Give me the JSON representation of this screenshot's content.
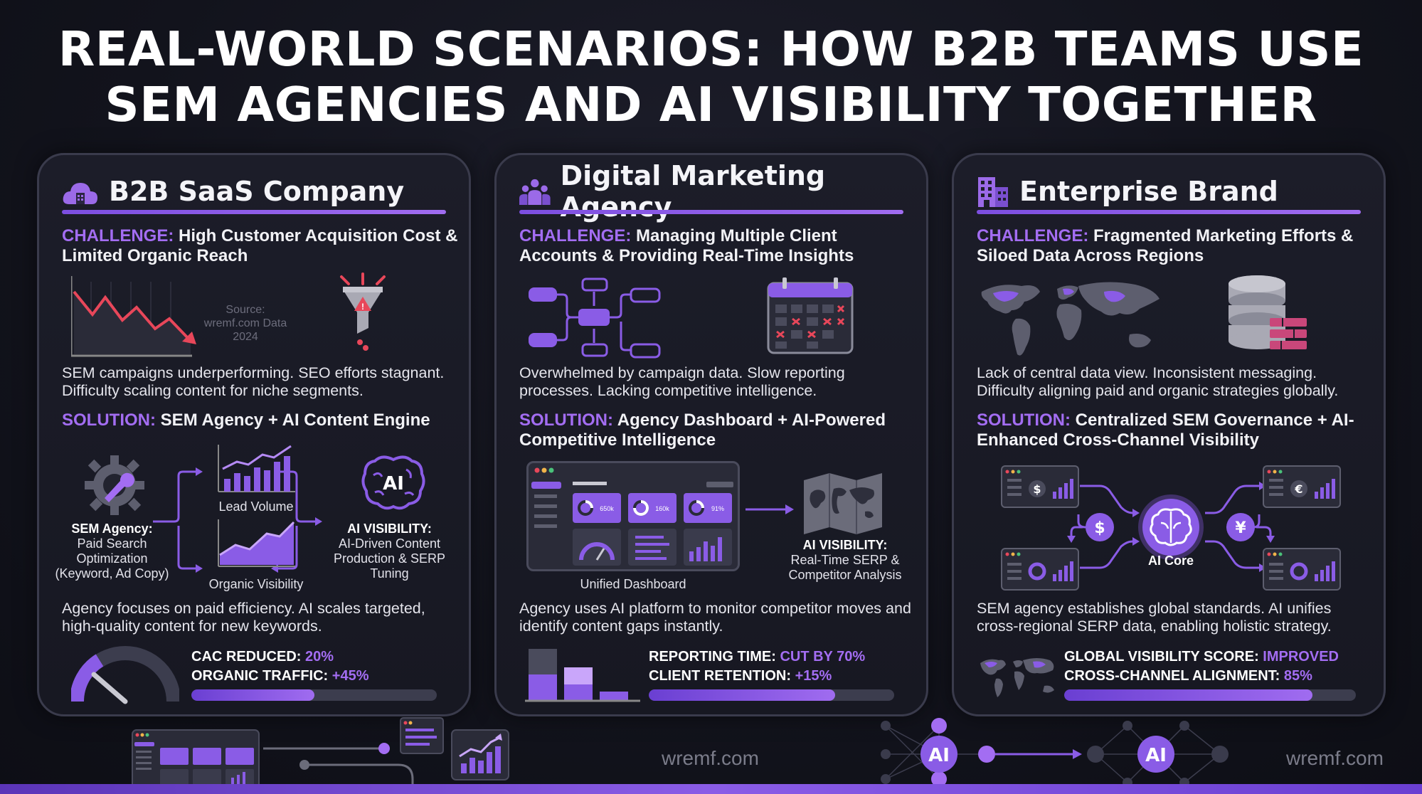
{
  "title_line1": "REAL-WORLD SCENARIOS: HOW B2B TEAMS USE",
  "title_line2": "SEM AGENCIES AND AI VISIBILITY TOGETHER",
  "colors": {
    "accent": "#a36df2",
    "accent_dark": "#6a3fd2",
    "alert": "#e8475a",
    "background": "#12131c"
  },
  "cards": [
    {
      "icon": "cloud-building-icon",
      "title": "B2B SaaS Company",
      "challenge_label": "CHALLENGE:",
      "challenge_text": "High Customer Acquisition Cost & Limited Organic Reach",
      "source_note": "Source: wremf.com Data 2024",
      "description": "SEM campaigns underperforming. SEO efforts stagnant. Difficulty scaling content for niche segments.",
      "solution_label": "SOLUTION:",
      "solution_text": "SEM Agency + AI Content Engine",
      "diagram": {
        "left_title": "SEM Agency:",
        "left_text": "Paid Search Optimization (Keyword, Ad Copy)",
        "top_caption": "Lead Volume",
        "bottom_caption": "Organic Visibility",
        "right_title": "AI VISIBILITY:",
        "right_text": "AI-Driven Content Production & SERP Tuning",
        "ai_badge": "AI"
      },
      "outcome": "Agency focuses on paid efficiency. AI scales targeted, high-quality content for new keywords.",
      "metric1_label": "CAC REDUCED:",
      "metric1_value": "20%",
      "metric2_label": "ORGANIC TRAFFIC:",
      "metric2_value": "+45%",
      "progress": 0.5
    },
    {
      "icon": "team-icon",
      "title": "Digital Marketing Agency",
      "challenge_label": "CHALLENGE:",
      "challenge_text": "Managing Multiple Client Accounts & Providing Real-Time Insights",
      "description": "Overwhelmed by campaign data. Slow reporting processes. Lacking competitive intelligence.",
      "solution_label": "SOLUTION:",
      "solution_text": "Agency Dashboard + AI-Powered Competitive Intelligence",
      "diagram": {
        "dashboard_caption": "Unified Dashboard",
        "tile1": "650k",
        "tile2": "160k",
        "tile3": "91%",
        "right_title": "AI VISIBILITY:",
        "right_text": "Real-Time SERP & Competitor Analysis"
      },
      "outcome": "Agency uses AI platform to monitor competitor moves and identify content gaps instantly.",
      "metric1_label": "REPORTING TIME:",
      "metric1_value": "CUT BY 70%",
      "metric2_label": "CLIENT RETENTION:",
      "metric2_value": "+15%",
      "progress": 0.76
    },
    {
      "icon": "office-building-icon",
      "title": "Enterprise Brand",
      "challenge_label": "CHALLENGE:",
      "challenge_text": "Fragmented Marketing Efforts & Siloed Data Across Regions",
      "description": "Lack of central data view. Inconsistent messaging. Difficulty aligning paid and organic strategies globally.",
      "solution_label": "SOLUTION:",
      "solution_text": "Centralized SEM Governance + AI-Enhanced Cross-Channel Visibility",
      "diagram": {
        "core_caption": "AI Core",
        "currency1": "$",
        "currency2": "$",
        "currency3": "€",
        "currency4": "¥"
      },
      "outcome": "SEM agency establishes global standards. AI unifies cross-regional SERP data, enabling holistic strategy.",
      "metric1_label": "GLOBAL VISIBILITY SCORE:",
      "metric1_value": "IMPROVED",
      "metric2_label": "CROSS-CHANNEL ALIGNMENT:",
      "metric2_value": "85%",
      "progress": 0.85
    }
  ],
  "footer": {
    "watermark_center": "wremf.com",
    "watermark_right": "wremf.com",
    "ai_node1": "AI",
    "ai_node2": "AI"
  }
}
